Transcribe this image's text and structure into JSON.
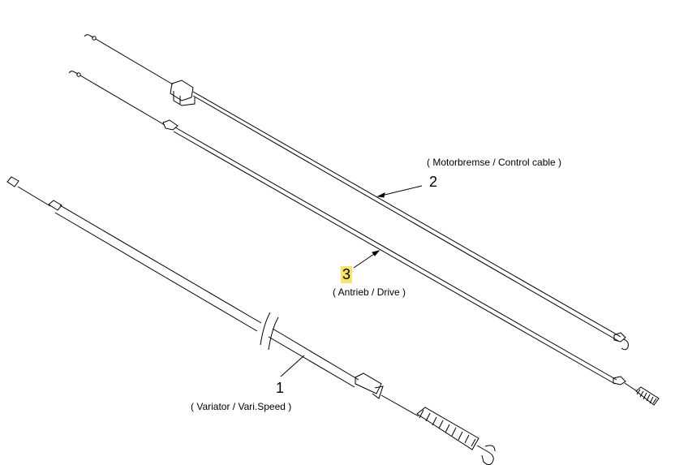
{
  "parts": [
    {
      "number": "1",
      "caption": "( Variator / Vari.Speed )"
    },
    {
      "number": "2",
      "caption": "( Motorbremse / Control cable )"
    },
    {
      "number": "3",
      "caption": "( Antrieb / Drive )",
      "highlight_color": "#f7e36b"
    }
  ],
  "colors": {
    "line": "#000000",
    "background": "#ffffff",
    "highlight": "#f7e36b"
  }
}
